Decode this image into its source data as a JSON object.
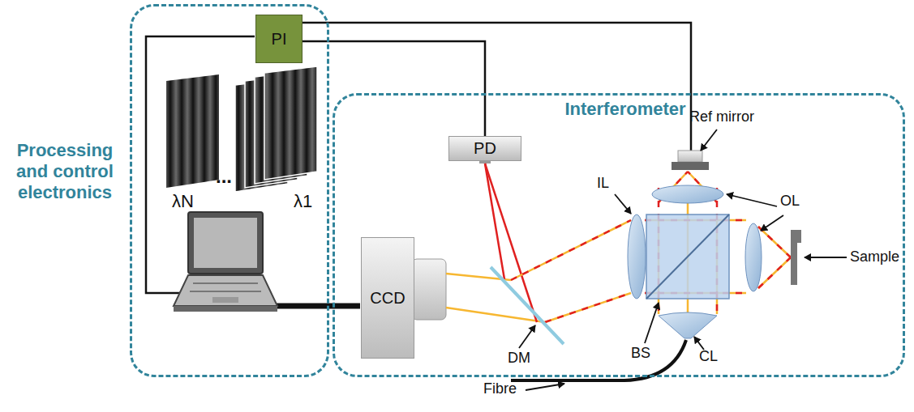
{
  "diagram": {
    "nodes": [
      {
        "text": [
          "Processing and control electronics"
        ]
      },
      {
        "text": [
          "PI"
        ],
        "in": 0
      },
      {
        "text": [
          "Interferometer"
        ]
      },
      {
        "text": [
          "PD"
        ],
        "in": 2
      },
      {
        "text": [
          "CCD"
        ],
        "in": 2
      }
    ],
    "edges": [
      {
        "from": 1,
        "to": 3,
        "arrow": "none"
      }
    ],
    "labels": [
      "λN",
      "...",
      "λ1",
      "Ref mirror",
      "IL",
      "OL",
      "DM",
      "Sample",
      "BS",
      "Fibre",
      "CL"
    ]
  }
}
